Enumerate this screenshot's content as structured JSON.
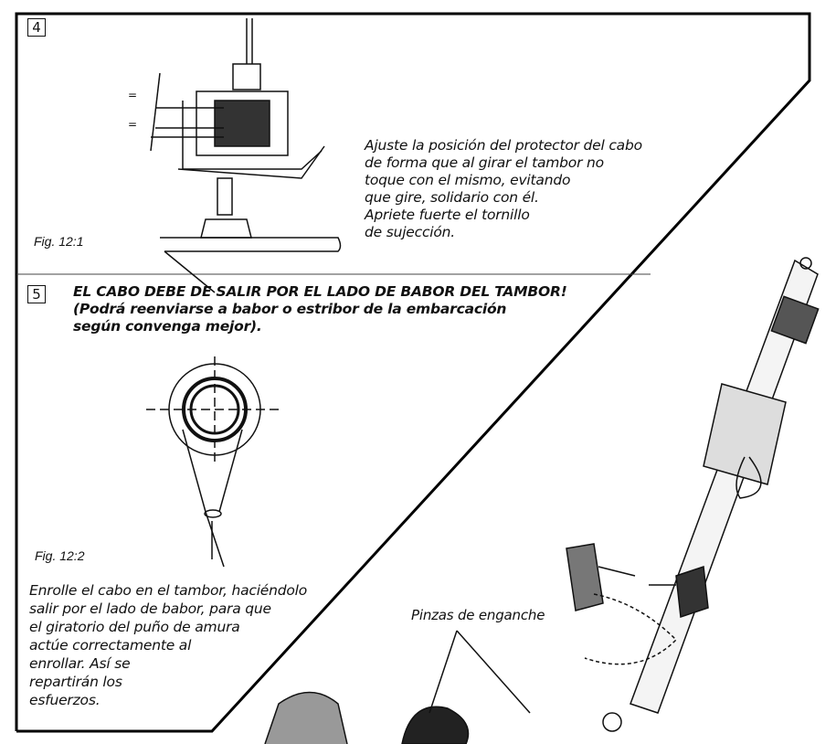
{
  "step4": {
    "number": "4",
    "figure": "Fig. 12:1",
    "text": [
      "Ajuste la posición del protector del cabo",
      "de forma que al girar el tambor no",
      "toque con el mismo, evitando",
      "que gire, solidario con él.",
      "Apriete fuerte el tornillo",
      "de sujección."
    ]
  },
  "step5": {
    "number": "5",
    "heading": [
      "EL CABO DEBE DE SALIR POR EL LADO DE BABOR DEL TAMBOR!",
      "(Podrá reenviarse a babor o estribor de la embarcación",
      "según convenga mejor)."
    ],
    "figure": "Fig. 12:2",
    "text": [
      "Enrolle el cabo en el tambor, haciéndolo",
      "salir por el lado de babor, para que",
      "el giratorio del puño de amura",
      "actúe correctamente al",
      "enrollar. Así se",
      "repartirán los",
      "esfuerzos."
    ]
  },
  "callout": {
    "label": "Pinzas de enganche"
  }
}
